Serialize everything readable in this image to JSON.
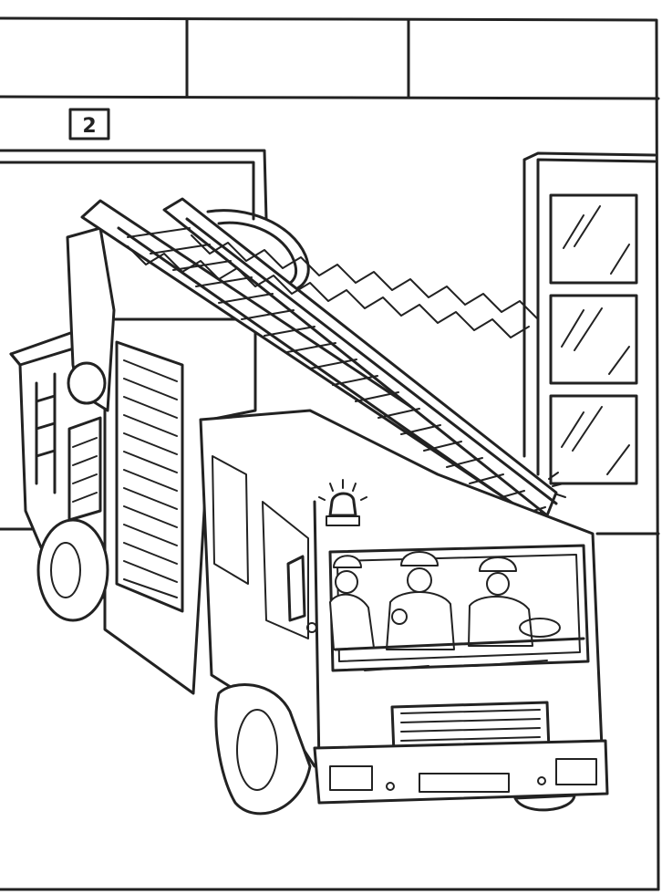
{
  "station": {
    "bay_number": "2"
  },
  "colors": {
    "ink": "#222222",
    "paper": "#ffffff"
  },
  "icons": [
    "fire-truck",
    "ladder",
    "siren-light",
    "firefighter",
    "building-window"
  ]
}
